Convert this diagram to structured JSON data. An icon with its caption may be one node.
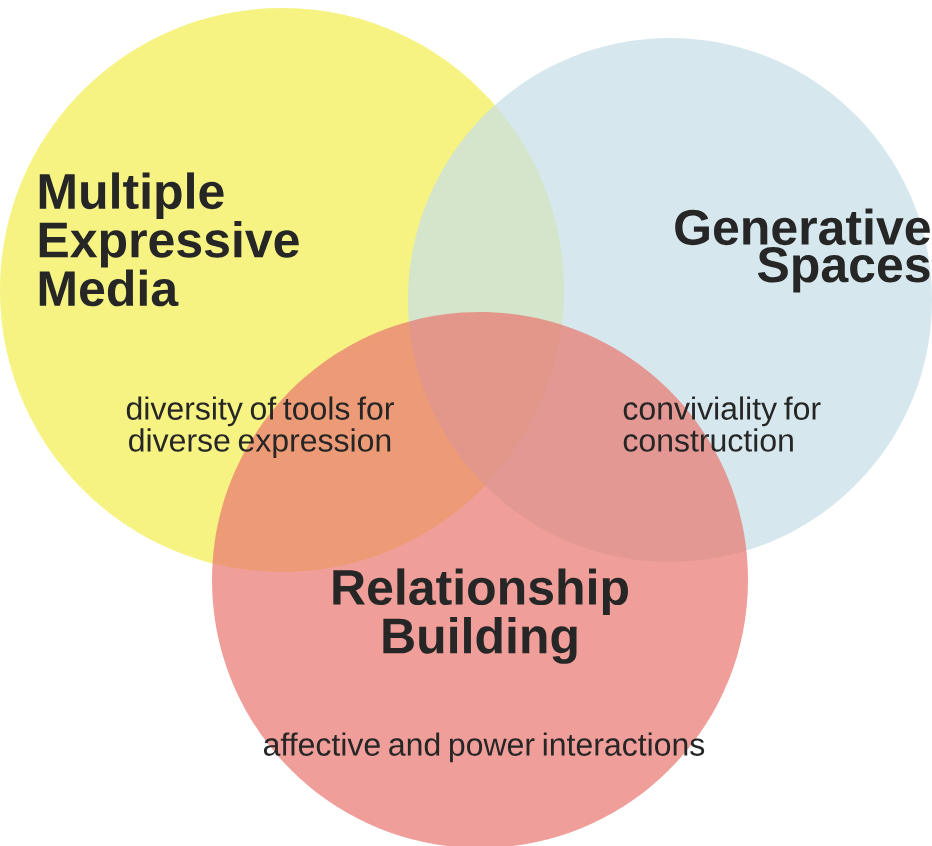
{
  "diagram": {
    "nodes": [
      {
        "text": [
          "Multiple Expressive Media",
          "diversity of tools for diverse expression"
        ]
      },
      {
        "text": [
          "Generative Spaces",
          "conviviality for construction"
        ]
      },
      {
        "text": [
          "Relationship Building",
          "affective and power interactions"
        ]
      }
    ]
  }
}
